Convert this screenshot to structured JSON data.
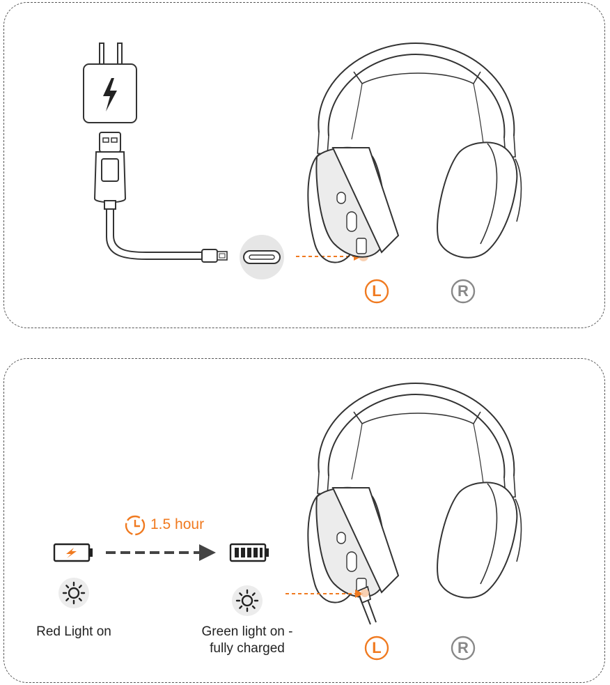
{
  "colors": {
    "accent": "#F07A20",
    "line": "#333333",
    "gray": "#8a8a8a",
    "fill": "#ececec"
  },
  "panel1": {
    "icons": [
      "charger-plug-icon",
      "usb-a-connector-icon",
      "usb-c-port-icon",
      "headphones-icon"
    ],
    "left_marker": "L",
    "right_marker": "R"
  },
  "panel2": {
    "time_label": "1.5 hour",
    "start_status": "Red Light on",
    "end_status_line1": "Green light on -",
    "end_status_line2": "fully charged",
    "left_marker": "L",
    "right_marker": "R",
    "icons": [
      "clock-icon",
      "battery-low-icon",
      "battery-full-icon",
      "light-icon",
      "headphones-icon"
    ]
  }
}
